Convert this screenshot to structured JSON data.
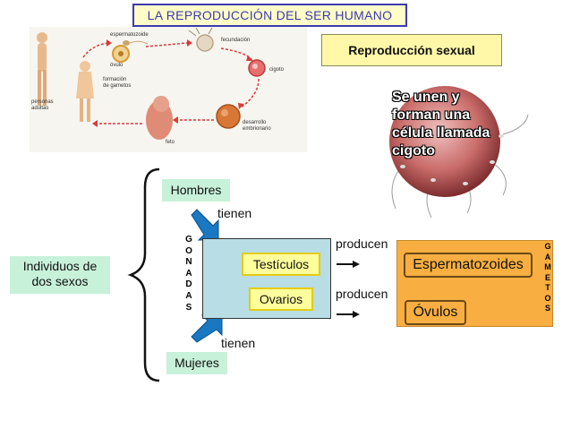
{
  "title": "LA REPRODUCCIÓN DEL SER HUMANO",
  "reproduccion_label": "Reproducción sexual",
  "cycle_labels": {
    "espermatozoide": "espermatozoide",
    "ovulo": "óvulo",
    "fecundacion": "fecundación",
    "formacion_line1": "formación",
    "formacion_line2": "de gametos",
    "cigoto": "cigoto",
    "personas_line1": "personas",
    "personas_line2": "adultas",
    "desarrollo_line1": "desarrollo",
    "desarrollo_line2": "embrionario",
    "feto": "feto"
  },
  "cell_text": {
    "line1": "Se unen y",
    "line2": "forman una",
    "line3": "célula llamada",
    "line4": "cigoto"
  },
  "individuos_line1": "Individuos de",
  "individuos_line2": "dos sexos",
  "hombres": "Hombres",
  "mujeres": "Mujeres",
  "tienen_top": "tienen",
  "tienen_bottom": "tienen",
  "gonadas_letters": [
    "G",
    "O",
    "N",
    "A",
    "D",
    "A",
    "S"
  ],
  "testiculos": "Testículos",
  "ovarios": "Ovarios",
  "producen_top": "producen",
  "producen_bottom": "producen",
  "espermatozoides": "Espermatozoides",
  "ovulos": "Óvulos",
  "gametos_letters": [
    "G",
    "A",
    "M",
    "E",
    "T",
    "O",
    "S"
  ],
  "colors": {
    "title_border": "#3b3bb0",
    "yellow_box": "#fff8a8",
    "green_box": "#c7f1d9",
    "gonad_box": "#b8dde4",
    "gamete_box": "#f8ae40",
    "arrow_blue": "#1a78c2",
    "cycle_arrow": "#d83a3a"
  }
}
